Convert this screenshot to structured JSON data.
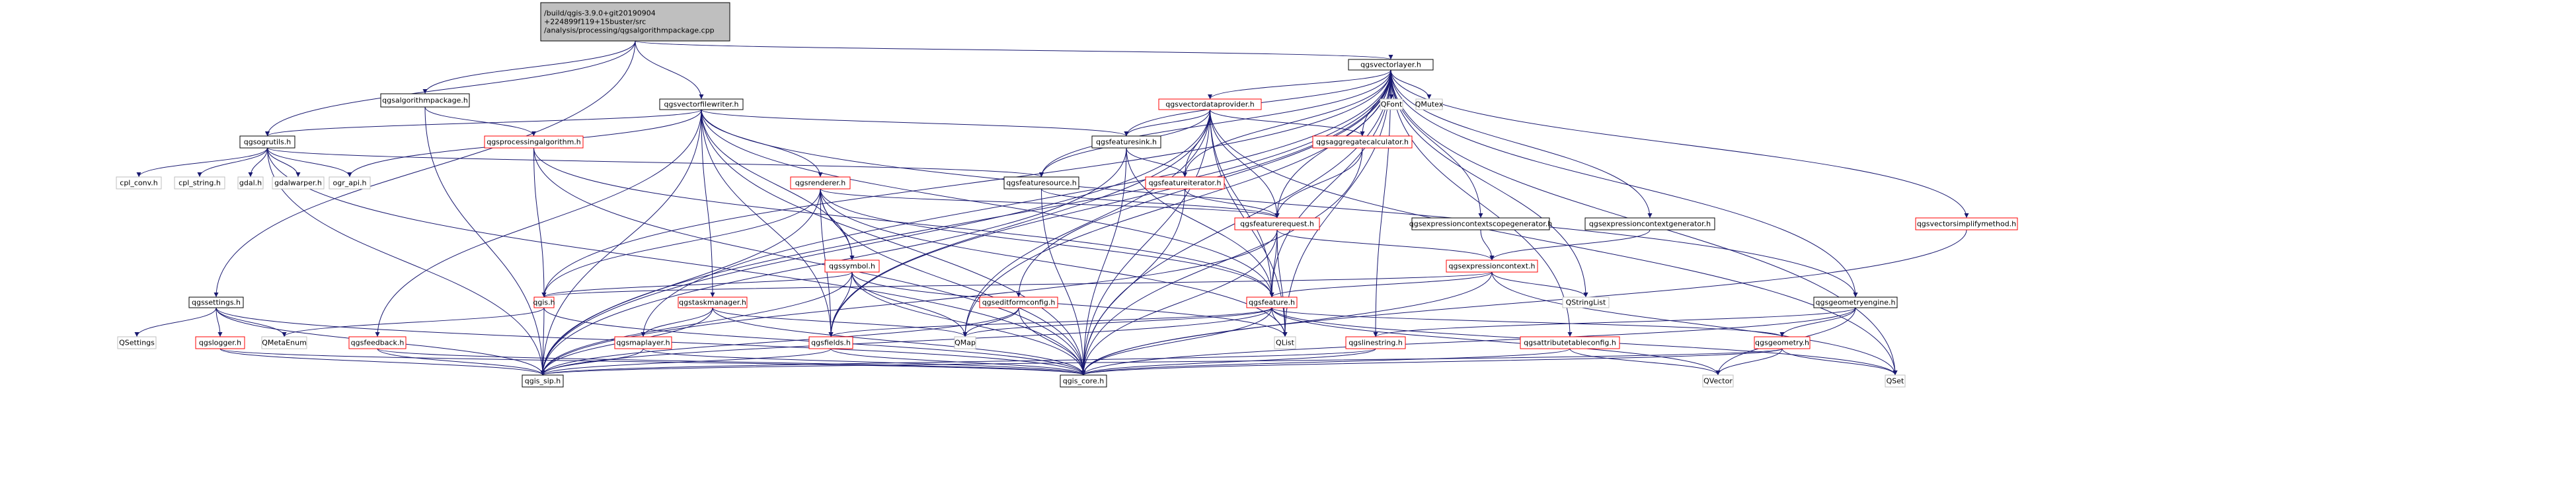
{
  "graph_title": "/build/qgis-3.9.0+git20190904+224899f119+15buster/src/analysis/processing/qgsalgorithmpackage.cpp",
  "colors": {
    "root_fill": "#bfbfbf",
    "root_stroke": "#000000",
    "doc_stroke": "#000000",
    "nodoc_stroke": "#bfbfbf",
    "warn_stroke": "#ff0000",
    "edge": "#191970",
    "text": "#000000"
  },
  "nodes": [
    {
      "id": "root",
      "lines": [
        "/build/qgis-3.9.0+git20190904",
        "+224899f119+15buster/src",
        "/analysis/processing/qgsalgorithmpackage.cpp"
      ],
      "style": "root"
    },
    {
      "id": "qgsvectorlayer_h",
      "lines": [
        "qgsvectorlayer.h"
      ],
      "style": "doc"
    },
    {
      "id": "qgsalgorithmpackage_h",
      "lines": [
        "qgsalgorithmpackage.h"
      ],
      "style": "doc"
    },
    {
      "id": "qgsvectorfilewriter_h",
      "lines": [
        "qgsvectorfilewriter.h"
      ],
      "style": "doc"
    },
    {
      "id": "qgsvectordataprovider_h",
      "lines": [
        "qgsvectordataprovider.h"
      ],
      "style": "warn"
    },
    {
      "id": "QFont",
      "lines": [
        "QFont"
      ],
      "style": "nodoc"
    },
    {
      "id": "QMutex",
      "lines": [
        "QMutex"
      ],
      "style": "nodoc"
    },
    {
      "id": "qgsogrutils_h",
      "lines": [
        "qgsogrutils.h"
      ],
      "style": "doc"
    },
    {
      "id": "qgsprocessingalgorithm_h",
      "lines": [
        "qgsprocessingalgorithm.h"
      ],
      "style": "warn"
    },
    {
      "id": "qgsfeaturesink_h",
      "lines": [
        "qgsfeaturesink.h"
      ],
      "style": "doc"
    },
    {
      "id": "qgsaggregatecalculator_h",
      "lines": [
        "qgsaggregatecalculator.h"
      ],
      "style": "warn"
    },
    {
      "id": "qgsfeatureiterator_h",
      "lines": [
        "qgsfeatureiterator.h"
      ],
      "style": "warn"
    },
    {
      "id": "qgsfeaturesource_h",
      "lines": [
        "qgsfeaturesource.h"
      ],
      "style": "doc"
    },
    {
      "id": "qgsrenderer_h",
      "lines": [
        "qgsrenderer.h"
      ],
      "style": "warn"
    },
    {
      "id": "cpl_conv_h",
      "lines": [
        "cpl_conv.h"
      ],
      "style": "nodoc"
    },
    {
      "id": "cpl_string_h",
      "lines": [
        "cpl_string.h"
      ],
      "style": "nodoc"
    },
    {
      "id": "gdal_h",
      "lines": [
        "gdal.h"
      ],
      "style": "nodoc"
    },
    {
      "id": "gdalwarper_h",
      "lines": [
        "gdalwarper.h"
      ],
      "style": "nodoc"
    },
    {
      "id": "ogr_api_h",
      "lines": [
        "ogr_api.h"
      ],
      "style": "nodoc"
    },
    {
      "id": "qgsfeaturerequest_h",
      "lines": [
        "qgsfeaturerequest.h"
      ],
      "style": "warn"
    },
    {
      "id": "qgsexpressioncontextscopegenerator_h",
      "lines": [
        "qgsexpressioncontextscopegenerator.h"
      ],
      "style": "doc"
    },
    {
      "id": "qgsexpressioncontextgenerator_h",
      "lines": [
        "qgsexpressioncontextgenerator.h"
      ],
      "style": "doc"
    },
    {
      "id": "qgsvectorsimplifymethod_h",
      "lines": [
        "qgsvectorsimplifymethod.h"
      ],
      "style": "warn"
    },
    {
      "id": "qgssymbol_h",
      "lines": [
        "qgssymbol.h"
      ],
      "style": "warn"
    },
    {
      "id": "qgsexpressioncontext_h",
      "lines": [
        "qgsexpressioncontext.h"
      ],
      "style": "warn"
    },
    {
      "id": "qgssettings_h",
      "lines": [
        "qgssettings.h"
      ],
      "style": "doc"
    },
    {
      "id": "qgis_h",
      "lines": [
        "qgis.h"
      ],
      "style": "warn"
    },
    {
      "id": "qgstaskmanager_h",
      "lines": [
        "qgstaskmanager.h"
      ],
      "style": "warn"
    },
    {
      "id": "qgseditformconfig_h",
      "lines": [
        "qgseditformconfig.h"
      ],
      "style": "warn"
    },
    {
      "id": "qgsfeature_h",
      "lines": [
        "qgsfeature.h"
      ],
      "style": "warn"
    },
    {
      "id": "QStringList",
      "lines": [
        "QStringList"
      ],
      "style": "nodoc"
    },
    {
      "id": "qgsgeometryengine_h",
      "lines": [
        "qgsgeometryengine.h"
      ],
      "style": "doc"
    },
    {
      "id": "QSettings",
      "lines": [
        "QSettings"
      ],
      "style": "nodoc"
    },
    {
      "id": "qgslogger_h",
      "lines": [
        "qgslogger.h"
      ],
      "style": "warn"
    },
    {
      "id": "QMetaEnum",
      "lines": [
        "QMetaEnum"
      ],
      "style": "nodoc"
    },
    {
      "id": "qgsfeedback_h",
      "lines": [
        "qgsfeedback.h"
      ],
      "style": "warn"
    },
    {
      "id": "qgsmaplayer_h",
      "lines": [
        "qgsmaplayer.h"
      ],
      "style": "warn"
    },
    {
      "id": "QMap",
      "lines": [
        "QMap"
      ],
      "style": "nodoc"
    },
    {
      "id": "qgsfields_h",
      "lines": [
        "qgsfields.h"
      ],
      "style": "warn"
    },
    {
      "id": "QList",
      "lines": [
        "QList"
      ],
      "style": "nodoc"
    },
    {
      "id": "qgslinestring_h",
      "lines": [
        "qgslinestring.h"
      ],
      "style": "warn"
    },
    {
      "id": "qgsattributetableconfig_h",
      "lines": [
        "qgsattributetableconfig.h"
      ],
      "style": "warn"
    },
    {
      "id": "qgsgeometry_h",
      "lines": [
        "qgsgeometry.h"
      ],
      "style": "warn"
    },
    {
      "id": "QSet",
      "lines": [
        "QSet"
      ],
      "style": "nodoc"
    },
    {
      "id": "QVector",
      "lines": [
        "QVector"
      ],
      "style": "nodoc"
    },
    {
      "id": "qgis_sip_h",
      "lines": [
        "qgis_sip.h"
      ],
      "style": "doc"
    },
    {
      "id": "qgis_core_h",
      "lines": [
        "qgis_core.h"
      ],
      "style": "doc"
    }
  ],
  "edges": [
    [
      "root",
      "qgsvectorlayer_h"
    ],
    [
      "root",
      "qgsalgorithmpackage_h"
    ],
    [
      "root",
      "qgsvectorfilewriter_h"
    ],
    [
      "root",
      "qgsogrutils_h"
    ],
    [
      "root",
      "qgssettings_h"
    ],
    [
      "qgsalgorithmpackage_h",
      "qgsprocessingalgorithm_h"
    ],
    [
      "qgsalgorithmpackage_h",
      "qgis_sip_h"
    ],
    [
      "qgsprocessingalgorithm_h",
      "qgis_h"
    ],
    [
      "qgsprocessingalgorithm_h",
      "qgis_core_h"
    ],
    [
      "qgsprocessingalgorithm_h",
      "qgsfeature_h"
    ],
    [
      "qgsvectorlayer_h",
      "qgsvectordataprovider_h"
    ],
    [
      "qgsvectorlayer_h",
      "QFont"
    ],
    [
      "qgsvectorlayer_h",
      "QMutex"
    ],
    [
      "qgsvectorlayer_h",
      "qgsfeaturesink_h"
    ],
    [
      "qgsvectorlayer_h",
      "qgsaggregatecalculator_h"
    ],
    [
      "qgsvectorlayer_h",
      "qgsfeatureiterator_h"
    ],
    [
      "qgsvectorlayer_h",
      "qgsfeaturesource_h"
    ],
    [
      "qgsvectorlayer_h",
      "qgsfeaturerequest_h"
    ],
    [
      "qgsvectorlayer_h",
      "qgsexpressioncontextscopegenerator_h"
    ],
    [
      "qgsvectorlayer_h",
      "qgsexpressioncontextgenerator_h"
    ],
    [
      "qgsvectorlayer_h",
      "qgsvectorsimplifymethod_h"
    ],
    [
      "qgsvectorlayer_h",
      "qgsgeometryengine_h"
    ],
    [
      "qgsvectorlayer_h",
      "qgsfeature_h"
    ],
    [
      "qgsvectorlayer_h",
      "QStringList"
    ],
    [
      "qgsvectorlayer_h",
      "qgseditformconfig_h"
    ],
    [
      "qgsvectorlayer_h",
      "qgsattributetableconfig_h"
    ],
    [
      "qgsvectorlayer_h",
      "qgsmaplayer_h"
    ],
    [
      "qgsvectorlayer_h",
      "qgsfields_h"
    ],
    [
      "qgsvectorlayer_h",
      "qgis_h"
    ],
    [
      "qgsvectorlayer_h",
      "QMap"
    ],
    [
      "qgsvectorlayer_h",
      "QSet"
    ],
    [
      "qgsvectorlayer_h",
      "QList"
    ],
    [
      "qgsvectorlayer_h",
      "qgis_core_h"
    ],
    [
      "qgsvectorlayer_h",
      "qgis_sip_h"
    ],
    [
      "qgsvectorlayer_h",
      "qgslinestring_h"
    ],
    [
      "qgsvectorfilewriter_h",
      "qgsogrutils_h"
    ],
    [
      "qgsvectorfilewriter_h",
      "qgsrenderer_h"
    ],
    [
      "qgsvectorfilewriter_h",
      "qgsfeaturesink_h"
    ],
    [
      "qgsvectorfilewriter_h",
      "qgsfields_h"
    ],
    [
      "qgsvectorfilewriter_h",
      "qgssymbol_h"
    ],
    [
      "qgsvectorfilewriter_h",
      "qgstaskmanager_h"
    ],
    [
      "qgsvectorfilewriter_h",
      "qgsfeedback_h"
    ],
    [
      "qgsvectorfilewriter_h",
      "ogr_api_h"
    ],
    [
      "qgsvectorfilewriter_h",
      "qgis_core_h"
    ],
    [
      "qgsvectorfilewriter_h",
      "qgis_sip_h"
    ],
    [
      "qgsvectorfilewriter_h",
      "qgsfeature_h"
    ],
    [
      "qgsvectorfilewriter_h",
      "qgsgeometryengine_h"
    ],
    [
      "qgsvectordataprovider_h",
      "qgsfeaturesink_h"
    ],
    [
      "qgsvectordataprovider_h",
      "qgsaggregatecalculator_h"
    ],
    [
      "qgsvectordataprovider_h",
      "qgsfeaturesource_h"
    ],
    [
      "qgsvectordataprovider_h",
      "qgsfeaturerequest_h"
    ],
    [
      "qgsvectordataprovider_h",
      "qgsfeature_h"
    ],
    [
      "qgsvectordataprovider_h",
      "qgsfields_h"
    ],
    [
      "qgsvectordataprovider_h",
      "qgis_core_h"
    ],
    [
      "qgsvectordataprovider_h",
      "qgis_sip_h"
    ],
    [
      "qgsvectordataprovider_h",
      "QMap"
    ],
    [
      "qgsvectordataprovider_h",
      "QSet"
    ],
    [
      "qgsvectordataprovider_h",
      "QList"
    ],
    [
      "qgsvectordataprovider_h",
      "qgsfeatureiterator_h"
    ],
    [
      "qgsogrutils_h",
      "cpl_conv_h"
    ],
    [
      "qgsogrutils_h",
      "cpl_string_h"
    ],
    [
      "qgsogrutils_h",
      "gdal_h"
    ],
    [
      "qgsogrutils_h",
      "gdalwarper_h"
    ],
    [
      "qgsogrutils_h",
      "ogr_api_h"
    ],
    [
      "qgsogrutils_h",
      "qgsfeaturesource_h"
    ],
    [
      "qgsogrutils_h",
      "qgis_core_h"
    ],
    [
      "qgsogrutils_h",
      "qgis_sip_h"
    ],
    [
      "qgsfeaturesink_h",
      "qgsfeatureiterator_h"
    ],
    [
      "qgsfeaturesink_h",
      "qgsfeature_h"
    ],
    [
      "qgsfeaturesink_h",
      "qgis_core_h"
    ],
    [
      "qgsfeaturesink_h",
      "qgis_sip_h"
    ],
    [
      "qgsaggregatecalculator_h",
      "qgsfeaturerequest_h"
    ],
    [
      "qgsaggregatecalculator_h",
      "qgis_core_h"
    ],
    [
      "qgsfeatureiterator_h",
      "qgsfeaturerequest_h"
    ],
    [
      "qgsfeatureiterator_h",
      "qgis_core_h"
    ],
    [
      "qgsfeaturesource_h",
      "qgsfeaturerequest_h"
    ],
    [
      "qgsfeaturesource_h",
      "qgis_core_h"
    ],
    [
      "qgsrenderer_h",
      "qgssymbol_h"
    ],
    [
      "qgsrenderer_h",
      "qgsfields_h"
    ],
    [
      "qgsrenderer_h",
      "qgsfeaturerequest_h"
    ],
    [
      "qgsrenderer_h",
      "qgis_core_h"
    ],
    [
      "qgsrenderer_h",
      "qgis_sip_h"
    ],
    [
      "qgsrenderer_h",
      "qgis_h"
    ],
    [
      "qgsrenderer_h",
      "QList"
    ],
    [
      "qgsrenderer_h",
      "qgsfeature_h"
    ],
    [
      "qgsfeaturerequest_h",
      "qgsexpressioncontext_h"
    ],
    [
      "qgsfeaturerequest_h",
      "qgsfeature_h"
    ],
    [
      "qgsfeaturerequest_h",
      "QList"
    ],
    [
      "qgsfeaturerequest_h",
      "qgis_core_h"
    ],
    [
      "qgsfeaturerequest_h",
      "qgis_sip_h"
    ],
    [
      "qgsexpressioncontextscopegenerator_h",
      "qgsexpressioncontext_h"
    ],
    [
      "qgsexpressioncontextgenerator_h",
      "qgsexpressioncontext_h"
    ],
    [
      "qgsvectorsimplifymethod_h",
      "qgis_core_h"
    ],
    [
      "qgssymbol_h",
      "qgis_h"
    ],
    [
      "qgssymbol_h",
      "qgsfields_h"
    ],
    [
      "qgssymbol_h",
      "QMap"
    ],
    [
      "qgssymbol_h",
      "qgis_core_h"
    ],
    [
      "qgssymbol_h",
      "qgis_sip_h"
    ],
    [
      "qgssymbol_h",
      "QList"
    ],
    [
      "qgsexpressioncontext_h",
      "qgsfeature_h"
    ],
    [
      "qgsexpressioncontext_h",
      "QStringList"
    ],
    [
      "qgsexpressioncontext_h",
      "QSet"
    ],
    [
      "qgsexpressioncontext_h",
      "qgis_core_h"
    ],
    [
      "qgsexpressioncontext_h",
      "qgis_h"
    ],
    [
      "qgssettings_h",
      "QSettings"
    ],
    [
      "qgssettings_h",
      "qgslogger_h"
    ],
    [
      "qgssettings_h",
      "QMetaEnum"
    ],
    [
      "qgssettings_h",
      "qgis_core_h"
    ],
    [
      "qgssettings_h",
      "qgis_sip_h"
    ],
    [
      "qgis_h",
      "QMetaEnum"
    ],
    [
      "qgis_h",
      "qgis_sip_h"
    ],
    [
      "qgis_h",
      "qgis_core_h"
    ],
    [
      "qgstaskmanager_h",
      "qgsmaplayer_h"
    ],
    [
      "qgstaskmanager_h",
      "QMap"
    ],
    [
      "qgstaskmanager_h",
      "qgis_core_h"
    ],
    [
      "qgstaskmanager_h",
      "qgis_sip_h"
    ],
    [
      "qgseditformconfig_h",
      "QMap"
    ],
    [
      "qgseditformconfig_h",
      "qgis_core_h"
    ],
    [
      "qgseditformconfig_h",
      "qgis_sip_h"
    ],
    [
      "qgsfeature_h",
      "QMap"
    ],
    [
      "qgsfeature_h",
      "QList"
    ],
    [
      "qgsfeature_h",
      "qgsfields_h"
    ],
    [
      "qgsfeature_h",
      "qgsgeometry_h"
    ],
    [
      "qgsfeature_h",
      "qgis_core_h"
    ],
    [
      "qgsfeature_h",
      "qgis_sip_h"
    ],
    [
      "qgsfeature_h",
      "QSet"
    ],
    [
      "qgsfeature_h",
      "QVector"
    ],
    [
      "qgsgeometryengine_h",
      "qgsgeometry_h"
    ],
    [
      "qgsgeometryengine_h",
      "QVector"
    ],
    [
      "qgsgeometryengine_h",
      "qgis_core_h"
    ],
    [
      "qgsgeometryengine_h",
      "qgslinestring_h"
    ],
    [
      "qgslogger_h",
      "qgis_core_h"
    ],
    [
      "qgslogger_h",
      "qgis_sip_h"
    ],
    [
      "qgsfeedback_h",
      "qgis_core_h"
    ],
    [
      "qgsfeedback_h",
      "qgis_sip_h"
    ],
    [
      "qgsmaplayer_h",
      "qgis_core_h"
    ],
    [
      "qgsmaplayer_h",
      "qgis_sip_h"
    ],
    [
      "qgsfields_h",
      "qgis_core_h"
    ],
    [
      "qgsfields_h",
      "qgis_sip_h"
    ],
    [
      "qgslinestring_h",
      "qgis_core_h"
    ],
    [
      "qgslinestring_h",
      "qgis_sip_h"
    ],
    [
      "qgsattributetableconfig_h",
      "qgis_core_h"
    ],
    [
      "qgsattributetableconfig_h",
      "QVector"
    ],
    [
      "qgsgeometry_h",
      "qgis_core_h"
    ],
    [
      "qgsgeometry_h",
      "qgis_sip_h"
    ],
    [
      "qgsgeometry_h",
      "QSet"
    ],
    [
      "qgsgeometry_h",
      "QVector"
    ]
  ]
}
